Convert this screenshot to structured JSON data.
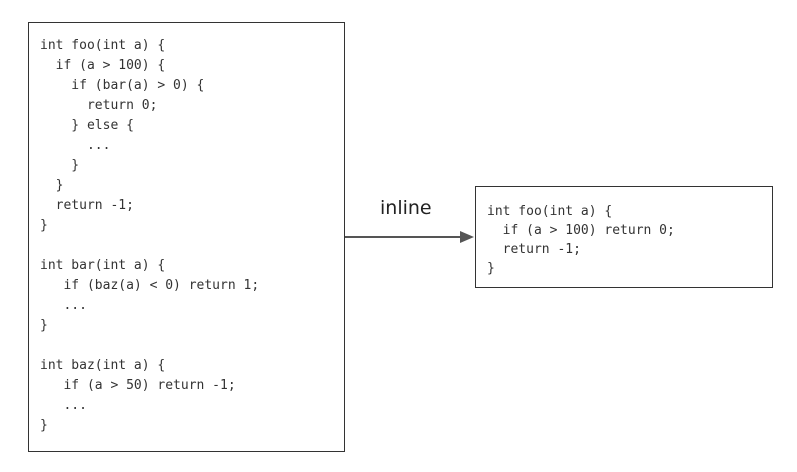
{
  "source_code": {
    "lines": [
      "int foo(int a) {",
      "  if (a > 100) {",
      "    if (bar(a) > 0) {",
      "      return 0;",
      "    } else {",
      "      ...",
      "    }",
      "  }",
      "  return -1;",
      "}",
      "",
      "int bar(int a) {",
      "   if (baz(a) < 0) return 1;",
      "   ...",
      "}",
      "",
      "int baz(int a) {",
      "   if (a > 50) return -1;",
      "   ...",
      "}"
    ]
  },
  "arrow": {
    "label": "inline"
  },
  "result_code": {
    "lines": [
      "int foo(int a) {",
      "  if (a > 100) return 0;",
      "  return -1;",
      "}"
    ]
  }
}
